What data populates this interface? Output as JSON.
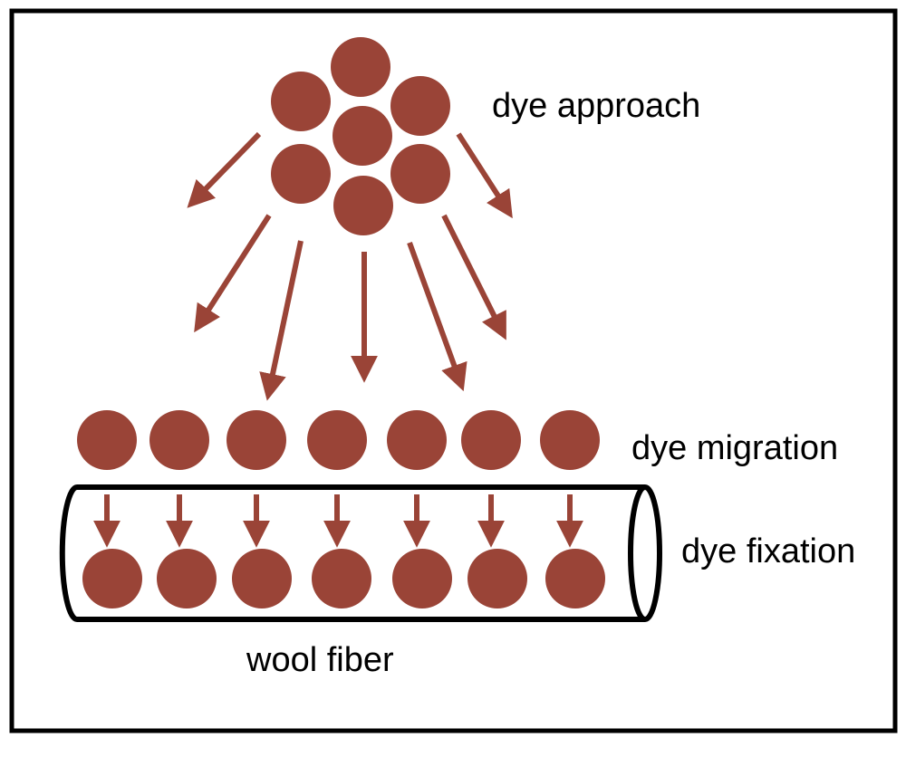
{
  "labels": {
    "approach": "dye approach",
    "migration": "dye migration",
    "fixation": "dye fixation",
    "fiber": "wool fiber"
  },
  "colors": {
    "dye": "#9A4437",
    "outline": "#000000",
    "background": "#FFFFFF"
  },
  "counts": {
    "cluster_particles": 7,
    "migration_particles": 7,
    "fixation_particles": 7,
    "approach_arrows": 7,
    "fixation_arrows": 7
  }
}
